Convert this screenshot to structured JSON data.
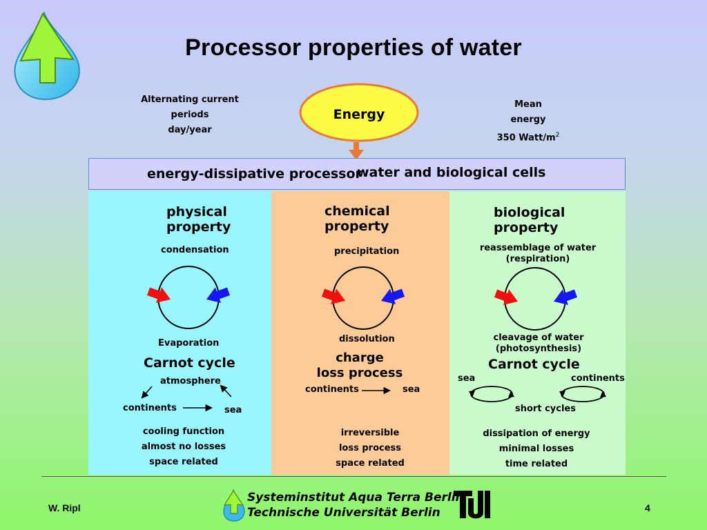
{
  "title": "Processor properties of water",
  "left_note": [
    "Alternating current",
    "periods",
    "day/year"
  ],
  "right_note": [
    "Mean",
    "energy"
  ],
  "right_note_value": "350 Watt/m",
  "right_note_exp": "2",
  "energy": "Energy",
  "processor": {
    "left": "energy-dissipative processor",
    "right": "water and biological cells"
  },
  "physical": {
    "heading": [
      "physical",
      "property"
    ],
    "top": "condensation",
    "bottom": "Evaporation",
    "cycle": "Carnot cycle",
    "atmosphere": "atmosphere",
    "continents": "continents",
    "sea": "sea",
    "summary": [
      "cooling function",
      "almost no losses",
      "space related"
    ]
  },
  "chemical": {
    "heading": [
      "chemical",
      "property"
    ],
    "top": "precipitation",
    "bottom": "dissolution",
    "cycle": [
      "charge",
      "loss process"
    ],
    "continents": "continents",
    "sea": "sea",
    "summary": [
      "irreversible",
      "loss process",
      "space related"
    ]
  },
  "biological": {
    "heading": [
      "biological",
      "property"
    ],
    "top": [
      "reassemblage of water",
      "(respiration)"
    ],
    "bottom": [
      "cleavage of water",
      "(photosynthesis)"
    ],
    "cycle": "Carnot cycle",
    "sea": "sea",
    "continents": "continents",
    "short_cycles": "short cycles",
    "summary": [
      "dissipation of energy",
      "minimal losses",
      "time related"
    ]
  },
  "footer": {
    "author": "W. Ripl",
    "institute_line1": "Systeminstitut Aqua Terra Berlin",
    "institute_line2": "Technische Universität Berlin",
    "page": "4"
  },
  "colors": {
    "energy_fill": "#fdfb45",
    "energy_border": "#e87a35",
    "red_arrow": "#ef1010",
    "blue_arrow": "#1717ef"
  }
}
